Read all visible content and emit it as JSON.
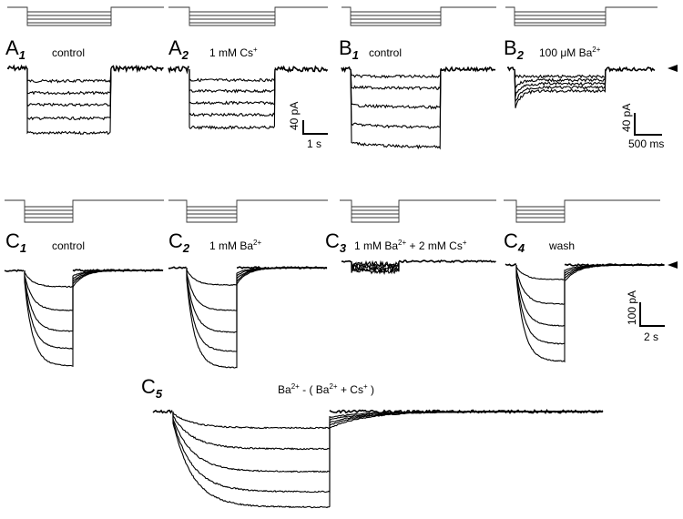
{
  "panels": {
    "A1": {
      "letter": "A",
      "sub": "1",
      "condition": "control"
    },
    "A2": {
      "letter": "A",
      "sub": "2",
      "condition_main": "1 mM Cs",
      "condition_sup": "+"
    },
    "B1": {
      "letter": "B",
      "sub": "1",
      "condition": "control"
    },
    "B2": {
      "letter": "B",
      "sub": "2",
      "condition_main": "100 μM Ba",
      "condition_sup": "2+"
    },
    "C1": {
      "letter": "C",
      "sub": "1",
      "condition": "control"
    },
    "C2": {
      "letter": "C",
      "sub": "2",
      "condition_main": "1 mM Ba",
      "condition_sup": "2+"
    },
    "C3": {
      "letter": "C",
      "sub": "3",
      "condition_main": "1 mM Ba",
      "condition_sup": "2+",
      "condition_tail": " + 2 mM Cs",
      "condition_tail_sup": "+"
    },
    "C4": {
      "letter": "C",
      "sub": "4",
      "condition": "wash"
    },
    "C5": {
      "letter": "C",
      "sub": "5",
      "formula": {
        "a": "Ba",
        "a_sup": "2+",
        "b": "  - ( Ba",
        "b_sup": "2+",
        "c": " + Cs",
        "c_sup": "+",
        "d": " )"
      }
    }
  },
  "scale_bars": {
    "A": {
      "y": "40 pA",
      "x": "1 s"
    },
    "B": {
      "y": "40 pA",
      "x": "500 ms"
    },
    "C": {
      "y": "100 pA",
      "x": "2 s"
    }
  }
}
